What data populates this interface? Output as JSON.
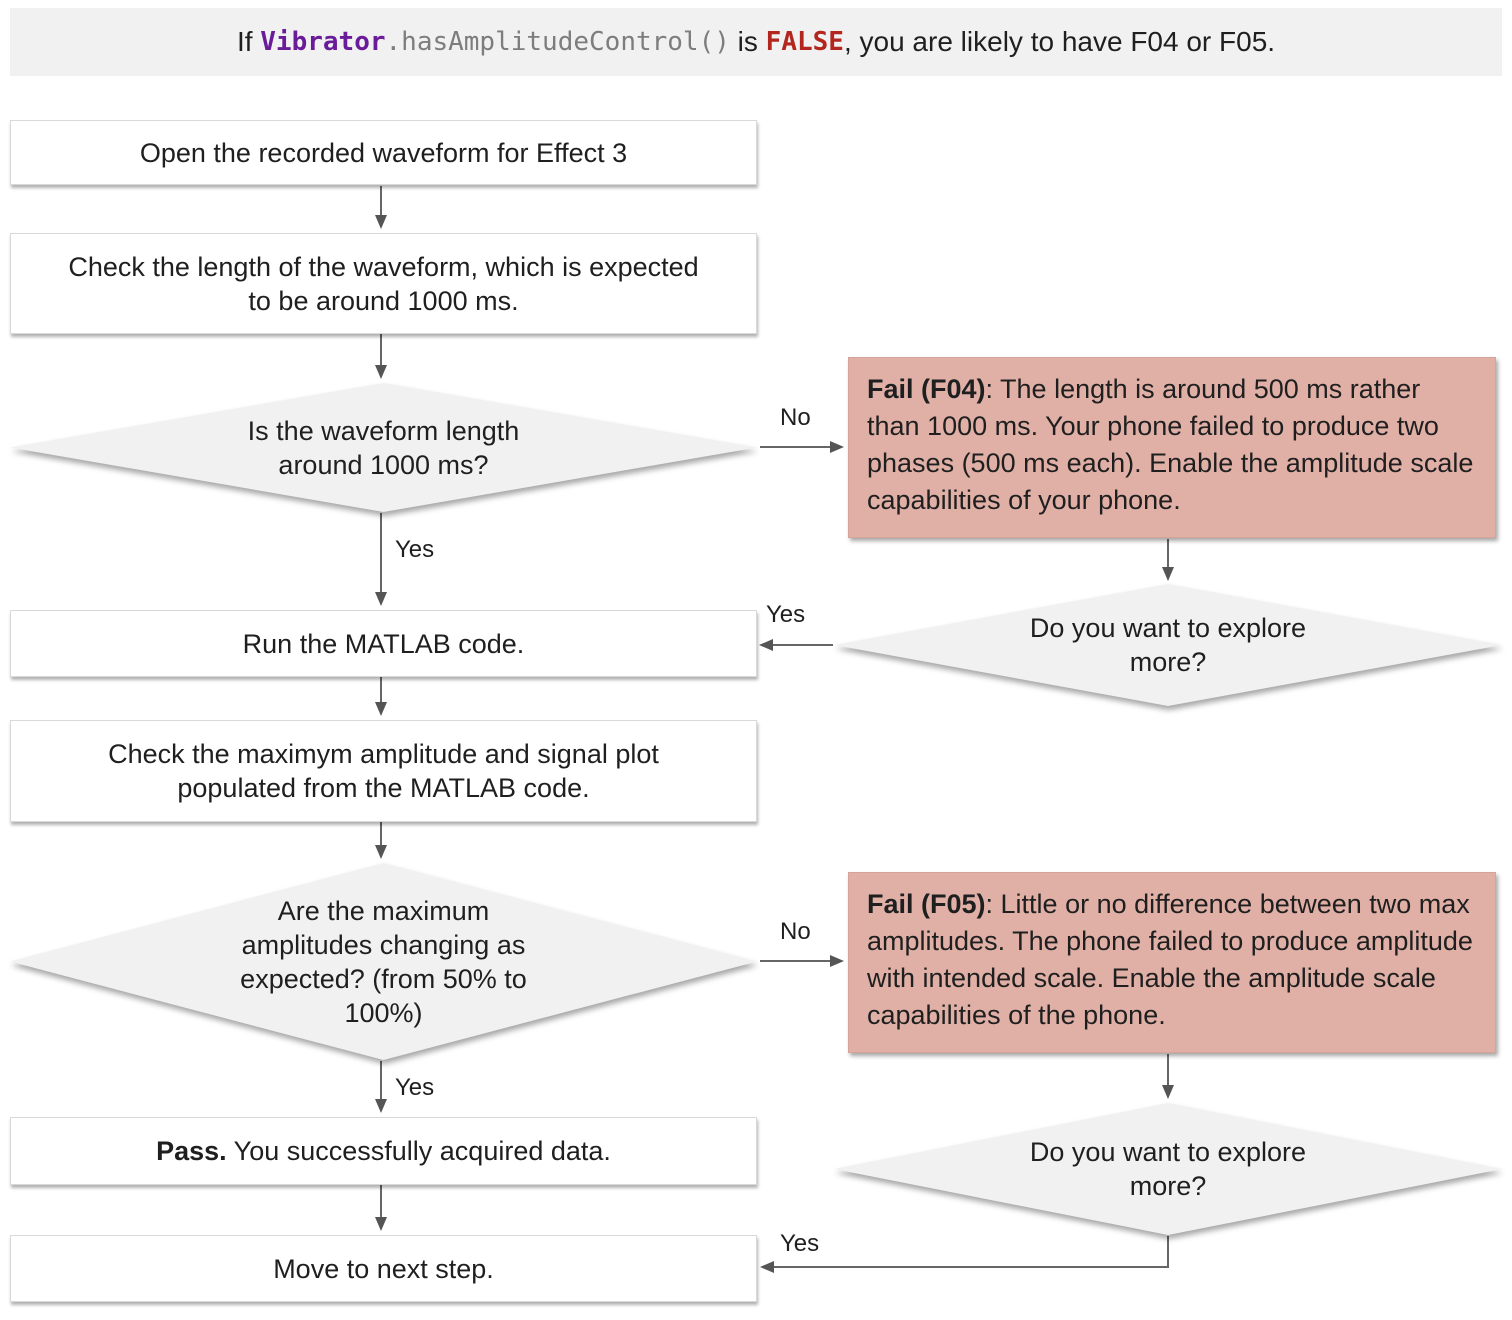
{
  "banner": {
    "prefix": "If ",
    "code_class": "Vibrator",
    "code_method": ".hasAmplitudeControl()",
    "mid": " is ",
    "false_token": "FALSE",
    "suffix": ", you are likely to have F04 or F05."
  },
  "nodes": {
    "open_waveform": {
      "text": "Open the recorded waveform for Effect 3"
    },
    "check_length": {
      "text": "Check the length of the waveform, which is expected to be around 1000 ms."
    },
    "length_question": {
      "text": "Is the waveform length around 1000 ms?"
    },
    "fail_f04": {
      "bold": "Fail (F04)",
      "rest": ": The length is around 500 ms rather than 1000 ms. Your phone failed to produce two phases (500 ms each). Enable the amplitude scale capabilities of your phone."
    },
    "explore_more_1": {
      "text": "Do you want to explore more?"
    },
    "run_matlab": {
      "text": "Run the MATLAB code."
    },
    "check_amplitude": {
      "text": "Check the maximym amplitude and signal plot populated from the MATLAB code."
    },
    "amplitude_question": {
      "text": "Are the maximum amplitudes changing as expected? (from 50% to 100%)"
    },
    "fail_f05": {
      "bold": "Fail (F05)",
      "rest": ": Little or no difference between two max amplitudes. The phone failed to produce amplitude with intended scale. Enable the amplitude scale capabilities of the phone."
    },
    "pass": {
      "bold": "Pass.",
      "rest": " You successfully acquired data."
    },
    "explore_more_2": {
      "text": "Do you want to explore more?"
    },
    "move_next": {
      "text": "Move to next step."
    }
  },
  "edge_labels": {
    "length_no": "No",
    "length_yes": "Yes",
    "explore1_yes": "Yes",
    "amplitude_no": "No",
    "amplitude_yes": "Yes",
    "explore2_yes": "Yes"
  },
  "colors": {
    "banner_bg": "#f1f1f1",
    "code_purple": "#6a1b9a",
    "false_red": "#b3261e",
    "fail_box_bg": "#e0b0a7",
    "diamond_fill": "#f1f1f1",
    "arrow": "#666666",
    "text": "#1f1f1f"
  }
}
